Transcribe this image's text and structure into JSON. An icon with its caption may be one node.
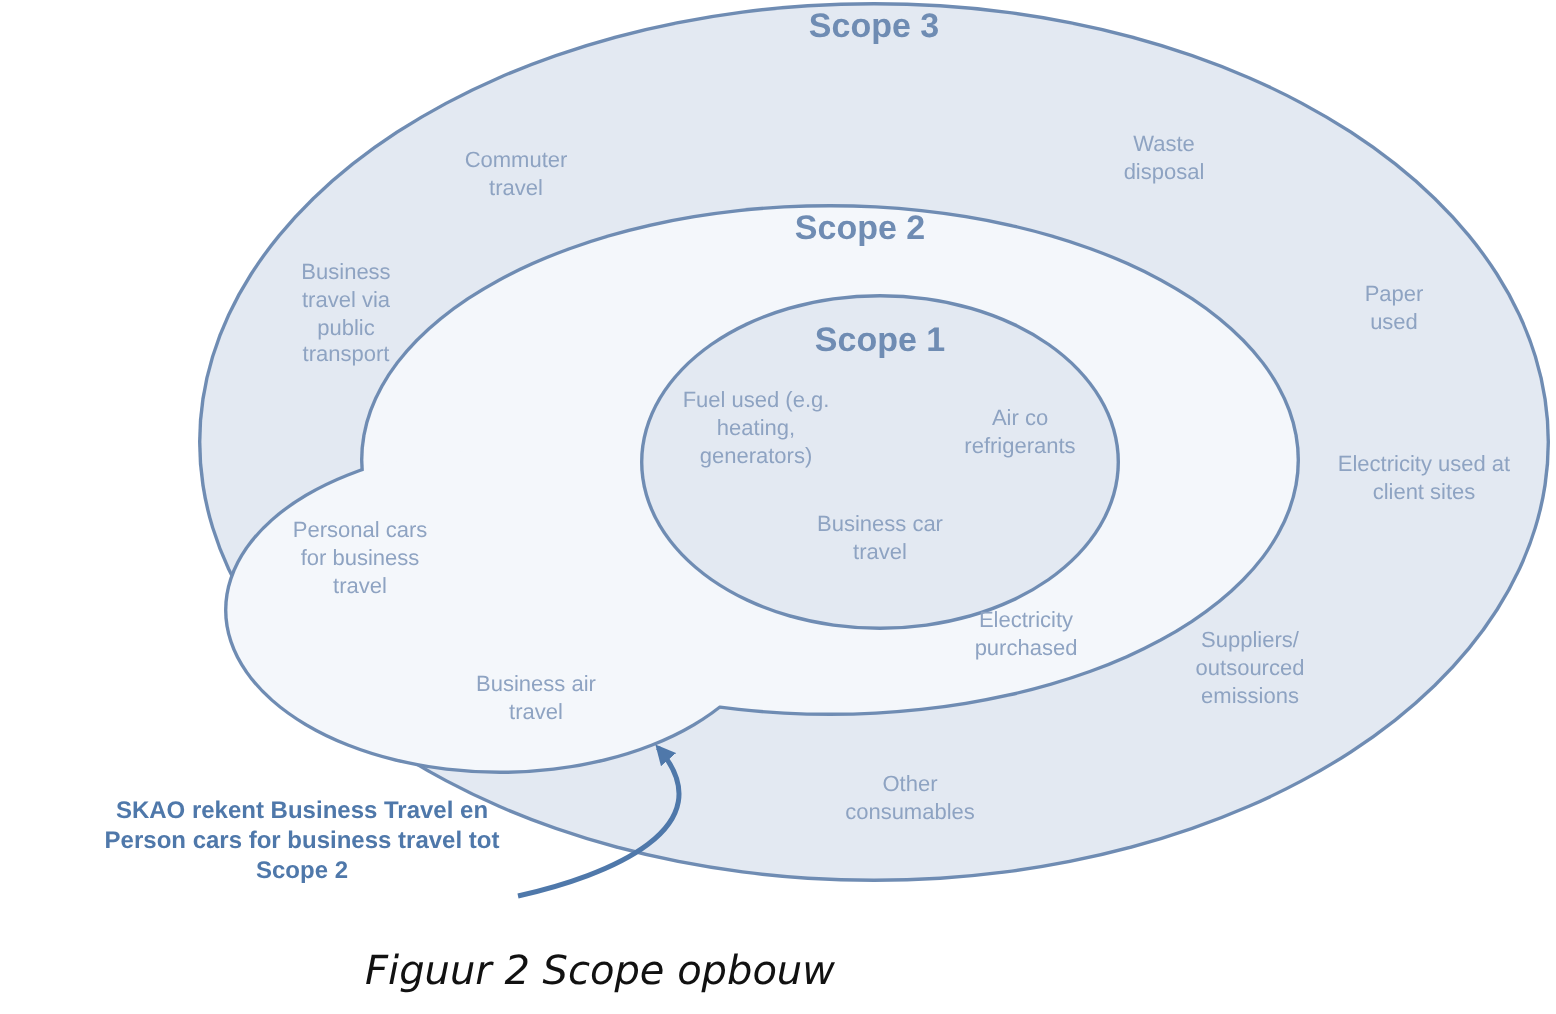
{
  "diagram": {
    "caption": "Figuur 2 Scope opbouw",
    "nodes": [
      {
        "text": [
          "Scope 3",
          "Commuter travel",
          "Waste disposal",
          "Business travel via public transport",
          "Paper used",
          "Electricity used at client sites",
          "Suppliers/ outsourced emissions",
          "Other consumables"
        ]
      },
      {
        "text": [
          "Scope 2",
          "Personal cars for business travel",
          "Business air travel",
          "Electricity purchased"
        ],
        "in": 0
      },
      {
        "text": [
          "Scope 1",
          "Fuel used (e.g. heating, generators)",
          "Air co refrigerants",
          "Business car travel"
        ],
        "in": 1
      },
      {
        "text": [
          "SKAO rekent Business Travel en Person cars for business travel tot Scope 2"
        ]
      }
    ],
    "edges": [
      {
        "from": 3,
        "to": 1,
        "arrow": "to"
      }
    ]
  }
}
